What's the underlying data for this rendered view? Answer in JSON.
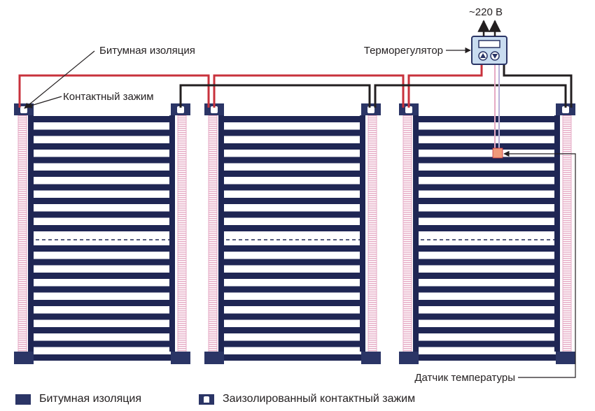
{
  "labels": {
    "voltage": "~220 В",
    "thermostat": "Терморегулятор",
    "bitumen_insulation": "Битумная изоляция",
    "contact_clamp": "Контактный зажим",
    "temperature_sensor": "Датчик температуры"
  },
  "legend": {
    "bitumen_insulation": "Битумная изоляция",
    "insulated_clamp": "Заизолированный контактный зажим"
  },
  "colors": {
    "film_strip": "#1f2654",
    "insulation": "#2b3566",
    "bus_pink": "#e6aac4",
    "wire_red": "#c8323c",
    "wire_black": "#231f20",
    "sensor": "#f09a7a",
    "thermostat_body": "#c9dcf0"
  },
  "heating_films": [
    {
      "name": "film-1"
    },
    {
      "name": "film-2"
    },
    {
      "name": "film-3"
    }
  ]
}
